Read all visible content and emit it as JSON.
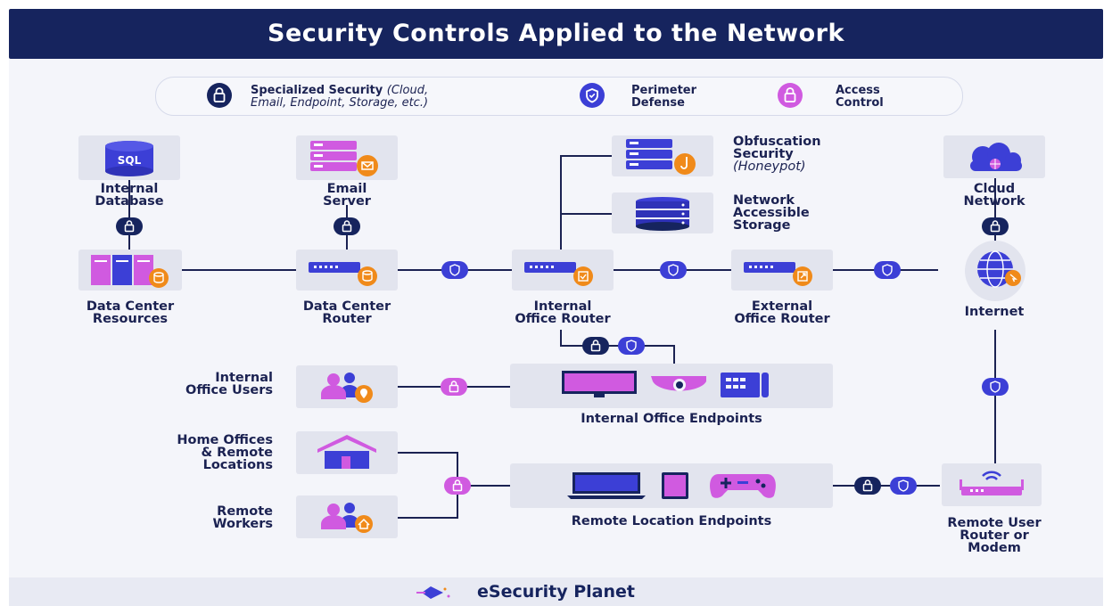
{
  "title": "Security Controls Applied to the Network",
  "legend": {
    "specialized_label": "Specialized Security",
    "specialized_detail_1": "(Cloud,",
    "specialized_detail_2": "Email, Endpoint, Storage, etc.)",
    "perimeter_line1": "Perimeter",
    "perimeter_line2": "Defense",
    "access_line1": "Access",
    "access_line2": "Control"
  },
  "nodes": {
    "internal_database": {
      "line1": "Internal",
      "line2": "Database",
      "icon_text": "SQL"
    },
    "email_server": {
      "line1": "Email",
      "line2": "Server"
    },
    "obfuscation": {
      "line1": "Obfuscation",
      "line2": "Security",
      "line3": "(Honeypot)"
    },
    "storage": {
      "line1": "Network",
      "line2": "Accessible",
      "line3": "Storage"
    },
    "cloud": {
      "line1": "Cloud",
      "line2": "Network"
    },
    "dc_resources": {
      "line1": "Data Center",
      "line2": "Resources"
    },
    "dc_router": {
      "line1": "Data Center",
      "line2": "Router"
    },
    "internal_router": {
      "line1": "Internal",
      "line2": "Office Router"
    },
    "external_router": {
      "line1": "External",
      "line2": "Office Router"
    },
    "internet": {
      "line1": "Internet"
    },
    "office_users": {
      "line1": "Internal",
      "line2": "Office Users"
    },
    "office_endpoints": {
      "line1": "Internal Office Endpoints"
    },
    "home_offices": {
      "line1": "Home Offices",
      "line2": "& Remote",
      "line3": "Locations"
    },
    "remote_workers": {
      "line1": "Remote",
      "line2": "Workers"
    },
    "remote_endpoints": {
      "line1": "Remote Location Endpoints"
    },
    "remote_router": {
      "line1": "Remote User",
      "line2": "Router or",
      "line3": "Modem"
    }
  },
  "colors": {
    "navy": "#16245e",
    "blue": "#3c3fd6",
    "magenta": "#d05ae0",
    "orange": "#f08a1a"
  },
  "footer": {
    "brand": "eSecurity Planet"
  }
}
